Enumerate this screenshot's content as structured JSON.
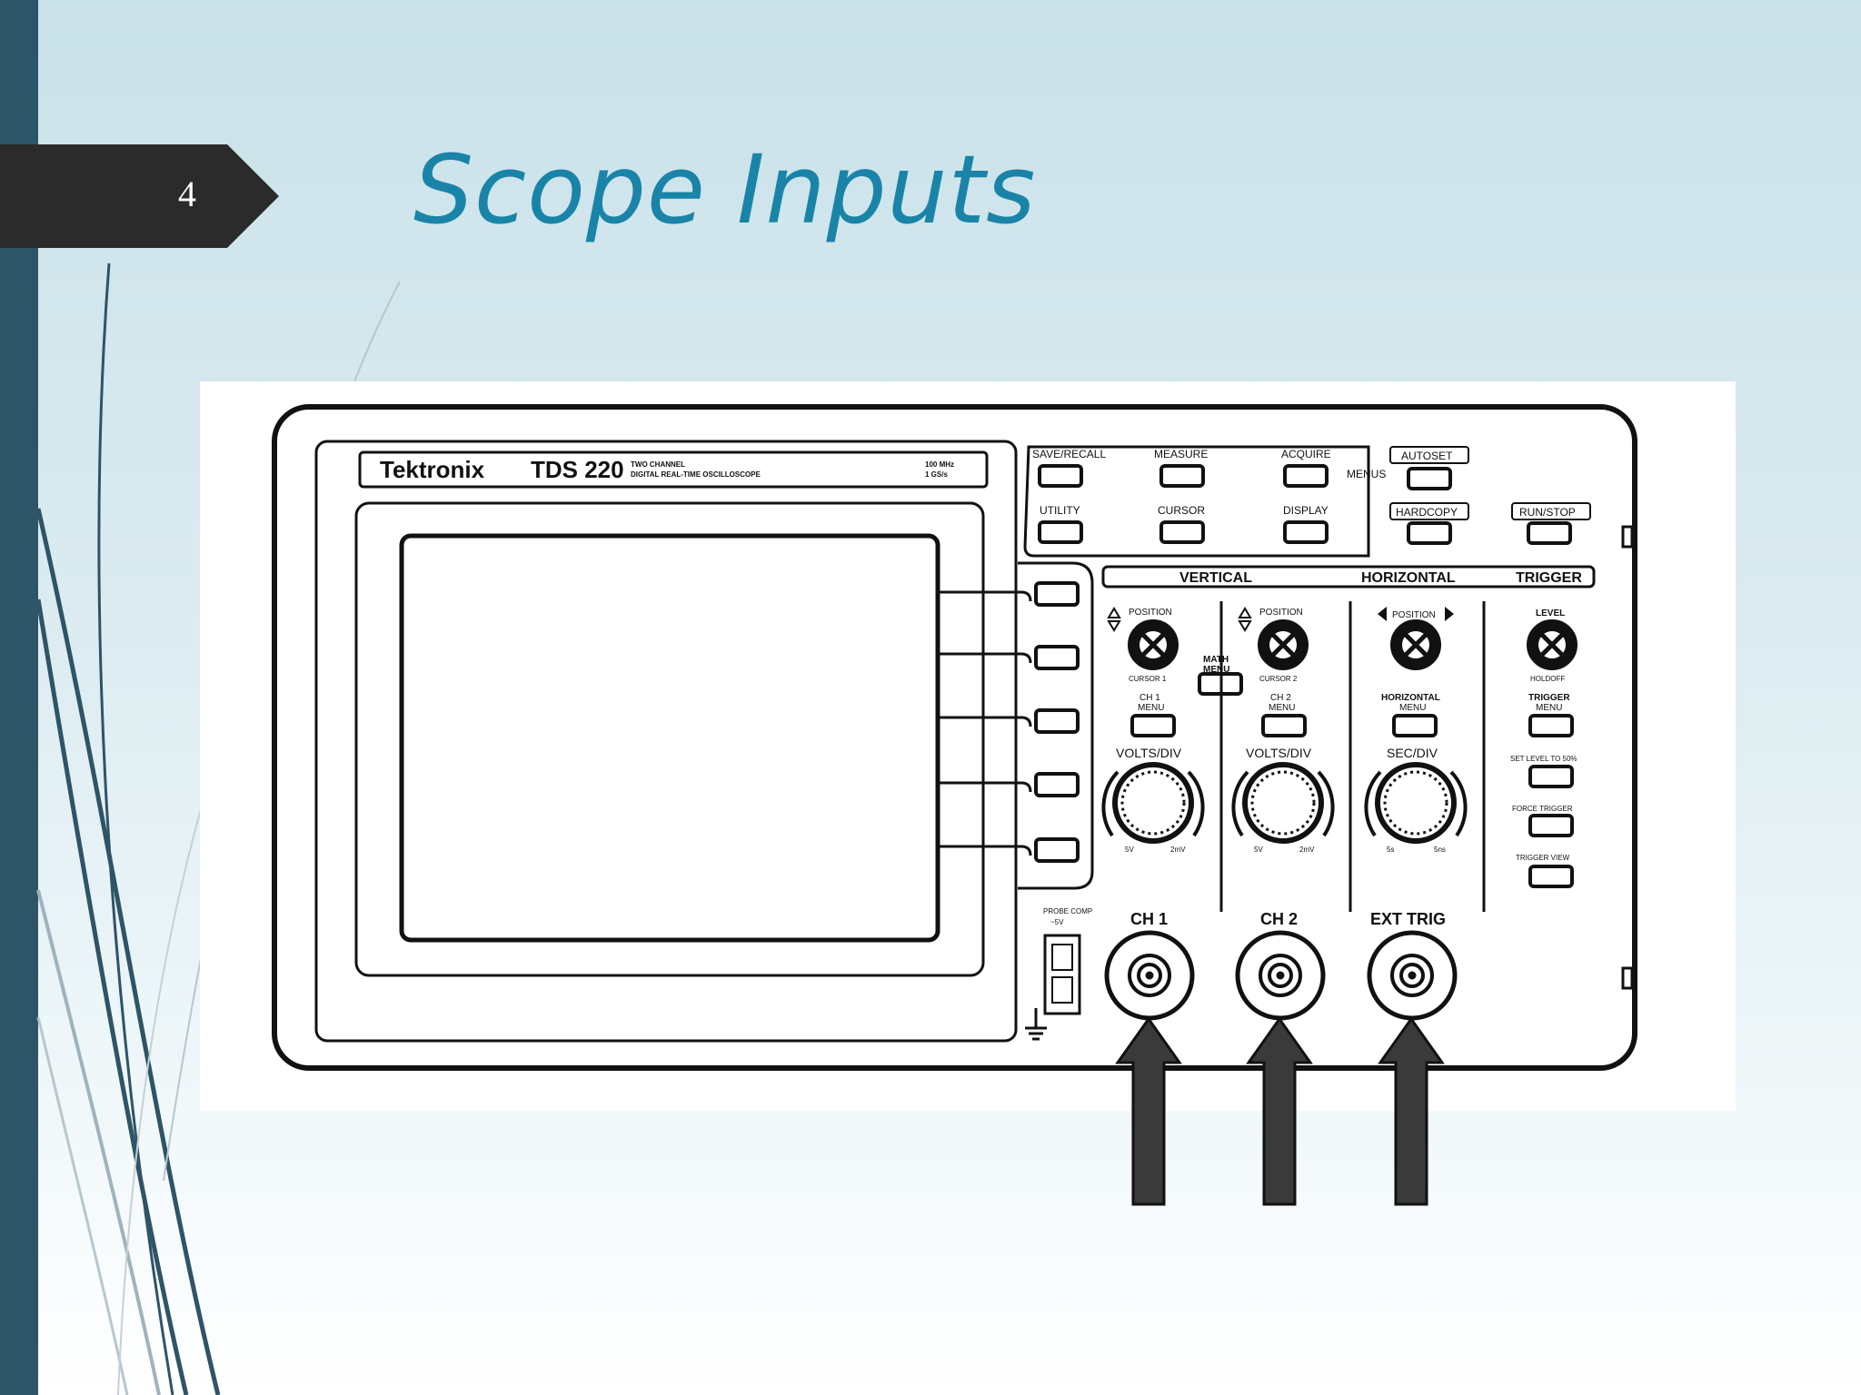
{
  "slide": {
    "number": "4",
    "title": "Scope Inputs",
    "colors": {
      "sidebar": "#2e5467",
      "title": "#1a84a8",
      "number_tab": "#2b2b2b"
    }
  },
  "oscilloscope": {
    "brand": "Tektronix",
    "model": "TDS 220",
    "model_desc_1": "TWO CHANNEL",
    "model_desc_2": "DIGITAL REAL-TIME OSCILLOSCOPE",
    "spec_1": "100 MHz",
    "spec_2": "1 GS/s",
    "menu_buttons": {
      "save_recall": "SAVE/RECALL",
      "measure": "MEASURE",
      "acquire": "ACQUIRE",
      "utility": "UTILITY",
      "cursor": "CURSOR",
      "display": "DISPLAY",
      "menus": "MENUS",
      "autoset": "AUTOSET",
      "hardcopy": "HARDCOPY",
      "run_stop": "RUN/STOP"
    },
    "sections": {
      "vertical": "VERTICAL",
      "horizontal": "HORIZONTAL",
      "trigger": "TRIGGER"
    },
    "vertical": {
      "position": "POSITION",
      "cursor1": "CURSOR 1",
      "cursor2": "CURSOR 2",
      "ch1_menu_1": "CH 1",
      "ch2_menu_1": "CH 2",
      "menu": "MENU",
      "math_1": "MATH",
      "volts_div": "VOLTS/DIV",
      "range_hi": "5V",
      "range_lo": "2mV"
    },
    "horizontal": {
      "position": "POSITION",
      "menu_1": "HORIZONTAL",
      "menu_2": "MENU",
      "sec_div": "SEC/DIV",
      "range_hi": "5s",
      "range_lo": "5ns"
    },
    "trigger": {
      "level": "LEVEL",
      "holdoff": "HOLDOFF",
      "menu_1": "TRIGGER",
      "menu_2": "MENU",
      "set_level": "SET LEVEL TO 50%",
      "force": "FORCE TRIGGER",
      "view": "TRIGGER VIEW"
    },
    "probe_comp_1": "PROBE COMP",
    "probe_comp_2": "~5V",
    "inputs": {
      "ch1": "CH 1",
      "ch2": "CH 2",
      "ext_trig": "EXT TRIG"
    }
  }
}
